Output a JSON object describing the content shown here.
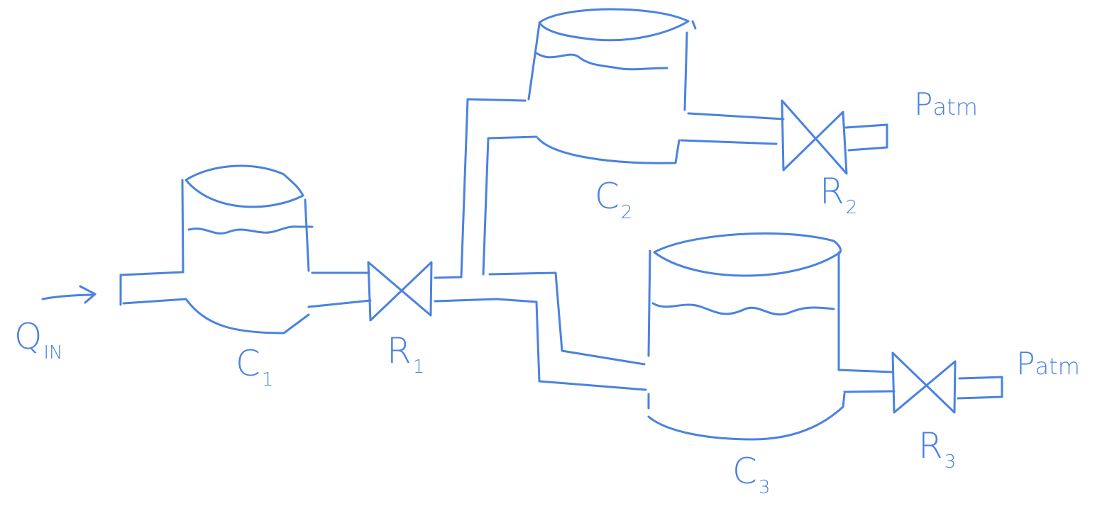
{
  "diagram": {
    "type": "hydraulic-tank-system",
    "style": "hand-drawn",
    "ink_color": "#4a82e0",
    "background_color": "#ffffff",
    "inflow": {
      "symbol": "Q",
      "subscript": "IN"
    },
    "tanks": [
      {
        "id": "C1",
        "symbol": "C",
        "subscript": "1"
      },
      {
        "id": "C2",
        "symbol": "C",
        "subscript": "2"
      },
      {
        "id": "C3",
        "symbol": "C",
        "subscript": "3"
      }
    ],
    "valves": [
      {
        "id": "R1",
        "symbol": "R",
        "subscript": "1"
      },
      {
        "id": "R2",
        "symbol": "R",
        "subscript": "2"
      },
      {
        "id": "R3",
        "symbol": "R",
        "subscript": "3"
      }
    ],
    "outlets": [
      {
        "id": "patm_top",
        "symbol": "P",
        "subscript": "atm"
      },
      {
        "id": "patm_bottom",
        "symbol": "P",
        "subscript": "atm"
      }
    ],
    "connections": [
      [
        "Q_IN",
        "C1"
      ],
      [
        "C1",
        "R1"
      ],
      [
        "R1",
        "C2"
      ],
      [
        "R1",
        "C3"
      ],
      [
        "C2",
        "R2"
      ],
      [
        "R2",
        "P_atm"
      ],
      [
        "C3",
        "R3"
      ],
      [
        "R3",
        "P_atm"
      ]
    ]
  }
}
